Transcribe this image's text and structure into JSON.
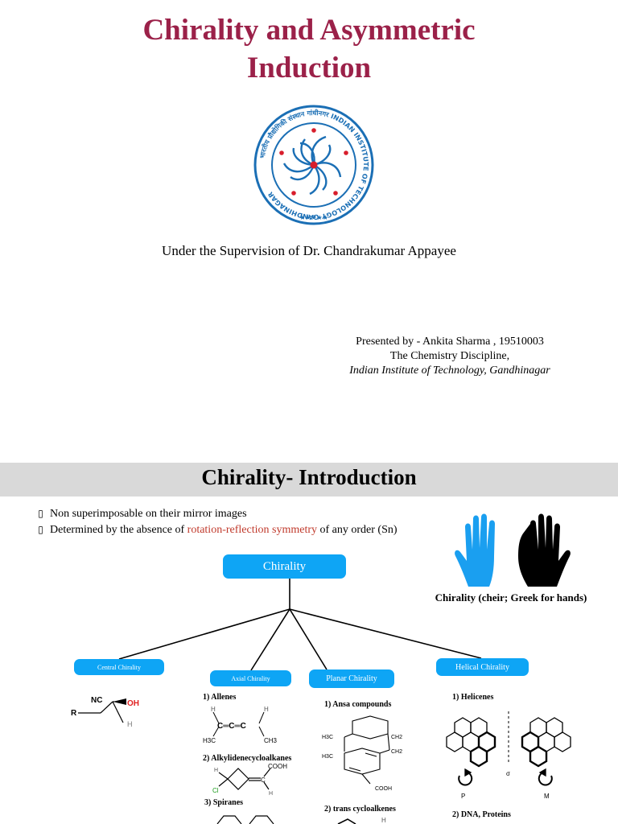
{
  "slide1": {
    "title_line1": "Chirality and Asymmetric",
    "title_line2": "Induction",
    "logo": {
      "icon": "iit-gandhinagar-emblem",
      "ring_text": "भारतीय प्रौद्योगिकी संस्थान गांधीनगर INDIAN INSTITUTE OF TECHNOLOGY GANDHINAGAR",
      "stars": "★★★★★",
      "color": "#1b6fb5"
    },
    "supervision": "Under the Supervision of Dr. Chandrakumar Appayee",
    "presenter": {
      "line1": "Presented by - Ankita Sharma , 19510003",
      "line2": "The Chemistry Discipline,",
      "line3": "Indian Institute of Technology, Gandhinagar"
    }
  },
  "slide2": {
    "title": "Chirality- Introduction",
    "bullets": [
      {
        "text": "Non superimposable on their mirror images"
      },
      {
        "pre": "Determined by the absence of ",
        "highlight": "rotation-reflection symmetry",
        "post": " of any order (Sn)"
      }
    ],
    "hands_caption": "Chirality (cheir; Greek for hands)",
    "hands": {
      "left_color": "#1a9ff0",
      "right_color": "#000000"
    },
    "tree": {
      "root": "Chirality",
      "central": "Central Chirality",
      "axial": "Axial Chirality",
      "planar": "Planar Chirality",
      "helical": "Helical Chirality"
    },
    "central_struct": {
      "nc": "NC",
      "oh": "OH",
      "r": "R",
      "h": "H"
    },
    "axial_items": [
      "1) Allenes",
      "2) Alkylidenecycloalkanes",
      "3) Spiranes"
    ],
    "allene_labels": {
      "h1": "H",
      "h2": "H",
      "ch3a": "H3C",
      "ch3b": "CH3",
      "chain": "C═C═C"
    },
    "alkylidene_labels": {
      "cooh": "COOH",
      "cl": "Cl",
      "h1": "H",
      "h2": "H",
      "c": "C"
    },
    "planar_items": [
      "1) Ansa compounds",
      "2) trans cycloalkenes"
    ],
    "ansa_labels": {
      "h3c_1": "H3C",
      "h3c_2": "H3C",
      "ch2_1": "CH2",
      "ch2_2": "CH2",
      "cooh": "COOH"
    },
    "trans_label_h": "H",
    "helical_items": [
      "1) Helicenes",
      "2) DNA, Proteins"
    ],
    "helicene_labels": {
      "p": "P",
      "m": "M",
      "sigma": "σ"
    },
    "accent_color": "#0ea5f5",
    "title_color": "#9b2149"
  }
}
